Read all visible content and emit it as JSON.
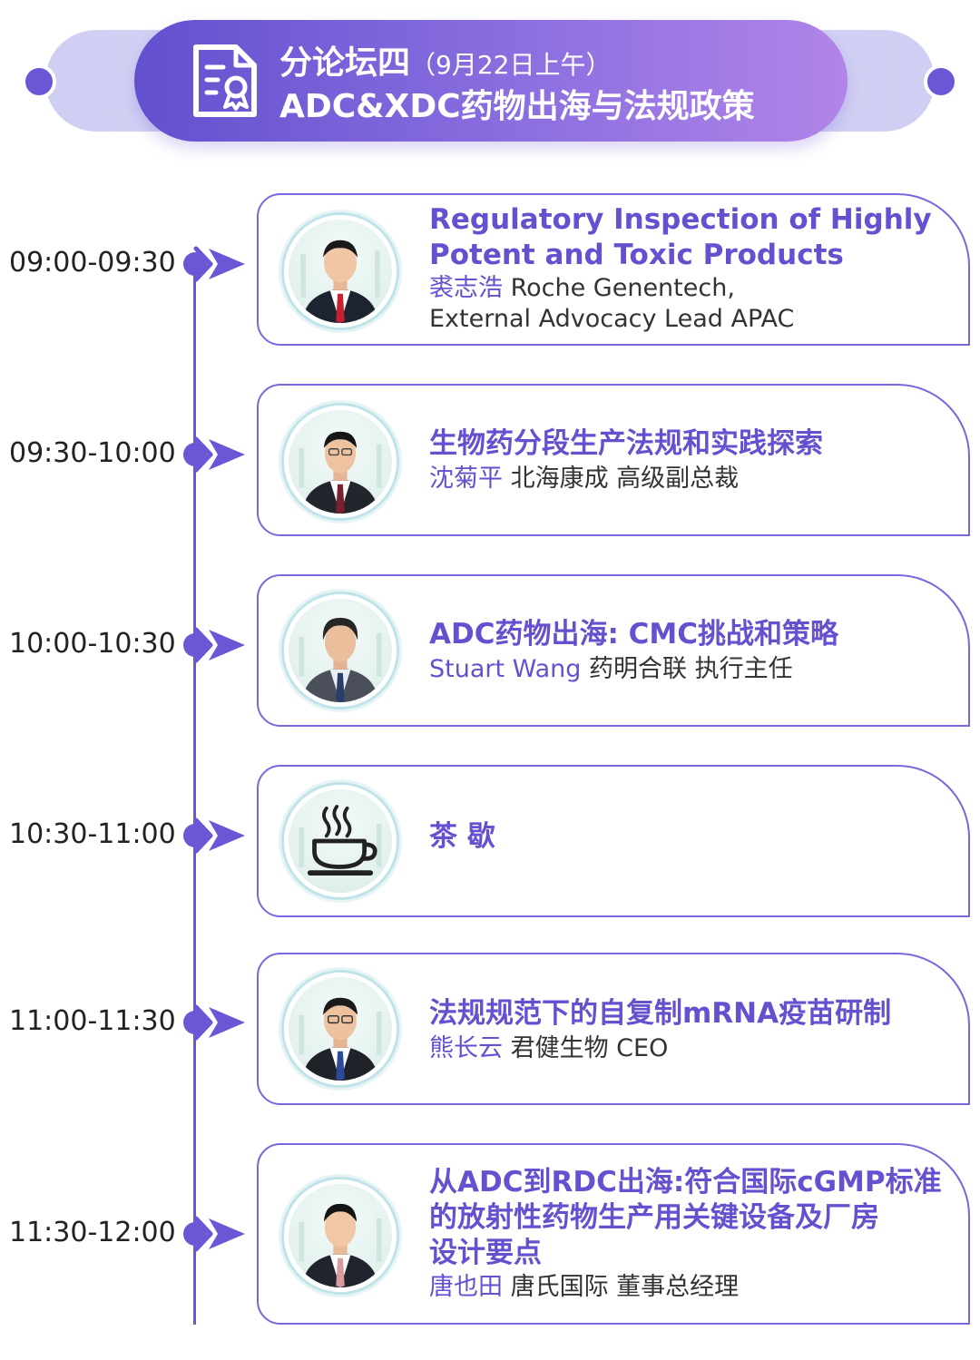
{
  "header": {
    "forum": "分论坛四",
    "date": "（9月22日上午）",
    "subtitle": "ADC&XDC药物出海与法规政策"
  },
  "sessions": [
    {
      "time": "09:00-09:30",
      "title_line1": "Regulatory Inspection of Highly",
      "title_line2": "Potent and Toxic Products",
      "speaker_name": "裘志浩",
      "speaker_org": " Roche Genentech,",
      "speaker_line2": "External Advocacy Lead APAC"
    },
    {
      "time": "09:30-10:00",
      "title": "生物药分段生产法规和实践探索",
      "speaker_name": "沈菊平",
      "speaker_org": " 北海康成 高级副总裁"
    },
    {
      "time": "10:00-10:30",
      "title": "ADC药物出海: CMC挑战和策略",
      "speaker_name": "Stuart Wang",
      "speaker_org": " 药明合联 执行主任"
    },
    {
      "time": "10:30-11:00",
      "title": "茶  歇"
    },
    {
      "time": "11:00-11:30",
      "title": "法规规范下的自复制mRNA疫苗研制",
      "speaker_name": "熊长云",
      "speaker_org": " 君健生物 CEO"
    },
    {
      "time": "11:30-12:00",
      "title_line1": "从ADC到RDC出海:符合国际cGMP标准",
      "title_line2": "的放射性药物生产用关键设备及厂房",
      "title_line3": "设计要点",
      "speaker_name": "唐也田",
      "speaker_org": " 唐氏国际 董事总经理"
    }
  ],
  "colors": {
    "accent": "#6a57d6",
    "title_text": "#6650cf",
    "banner_gradient_start": "#6350cf",
    "banner_gradient_end": "#b184e8"
  },
  "icons": {
    "header": "certificate-document-icon",
    "timeline_node": "chevron-arrow-icon",
    "break": "coffee-cup-icon"
  }
}
